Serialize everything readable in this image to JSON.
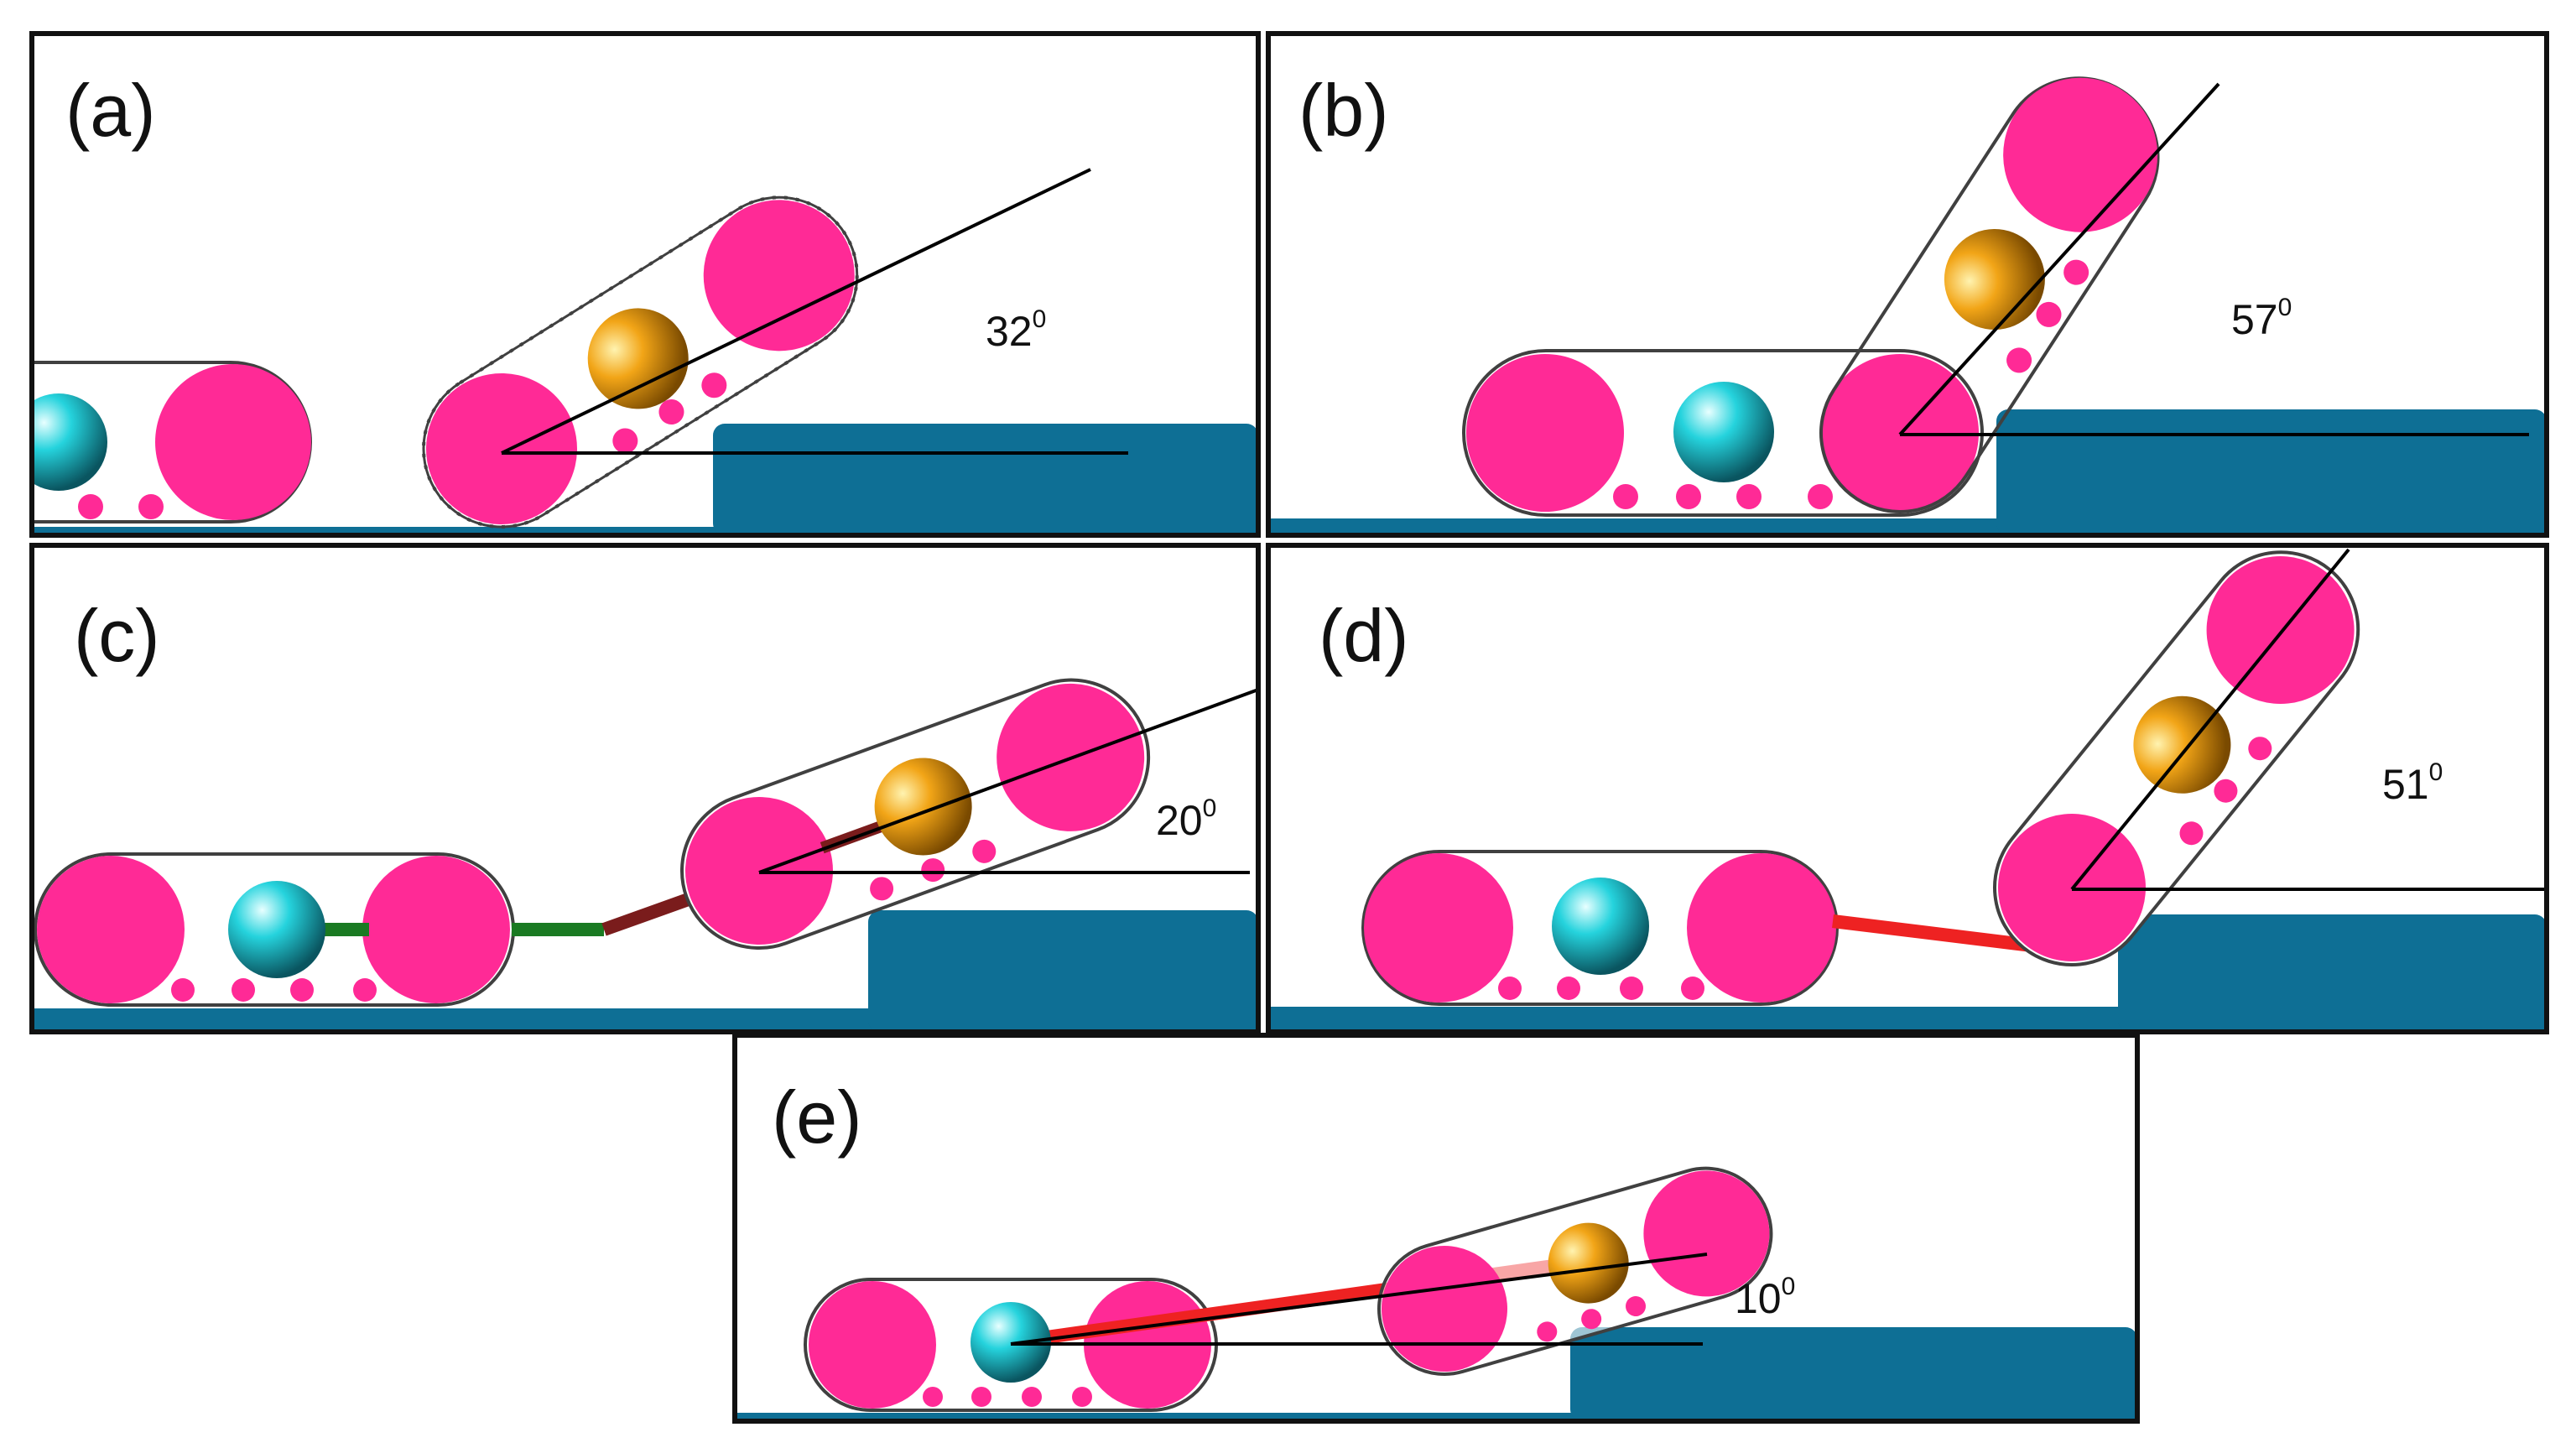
{
  "panels": [
    {
      "id": "a",
      "label": "(a)",
      "angle": "32",
      "unit": "0"
    },
    {
      "id": "b",
      "label": "(b)",
      "angle": "57",
      "unit": "0"
    },
    {
      "id": "c",
      "label": "(c)",
      "angle": "20",
      "unit": "0"
    },
    {
      "id": "d",
      "label": "(d)",
      "angle": "51",
      "unit": "0"
    },
    {
      "id": "e",
      "label": "(e)",
      "angle": "10",
      "unit": "0"
    }
  ],
  "colors": {
    "wheel": "#ff2a96",
    "ground": "#0e6f95",
    "track_outline": "#404040",
    "front_ball": "#f2a517",
    "rear_ball": "#25d3dd",
    "link_green": "#1a7a22",
    "link_darkred": "#7a1c1c",
    "link_red": "#ee2222"
  },
  "icons": [
    "rear-track-icon",
    "front-track-icon",
    "step-obstacle-icon",
    "angle-reference-lines"
  ]
}
